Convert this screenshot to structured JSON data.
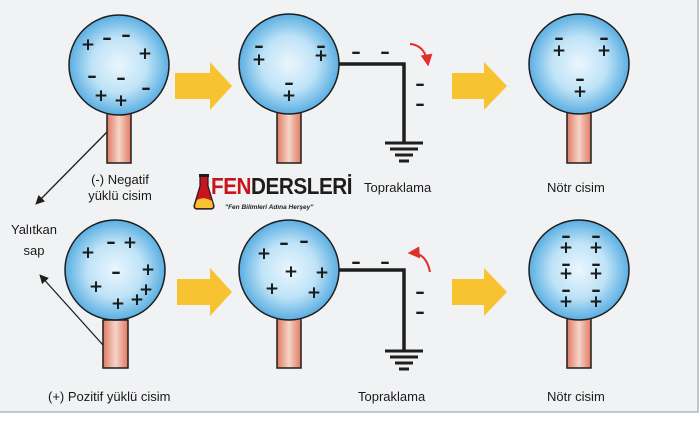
{
  "labels": {
    "negative_body": "(-) Negatif\nyüklü cisim",
    "insulating_handle": "Yalıtkan\nsap",
    "positive_body": "(+) Pozitif yüklü cisim",
    "grounding_top": "Topraklama",
    "grounding_bottom": "Topraklama",
    "neutral_top": "Nötr cisim",
    "neutral_bottom": "Nötr cisim"
  },
  "logo": {
    "name_red": "FEN",
    "name_black": "DERSLERİ",
    "slogan": "\"Fen Bilimleri Adına Herşey\""
  },
  "colors": {
    "sphere_light": "#eaf6fd",
    "sphere_dark": "#5aaee2",
    "handle_light": "#f6d4c8",
    "handle_dark": "#e07a62",
    "arrow": "#f7c330",
    "wire": "#1e1e1e",
    "curve_arrow": "#e0302a"
  },
  "charges": {
    "row1_sphere1": [
      "+",
      "-",
      "-",
      "+",
      "-",
      "-",
      "+",
      "-",
      "+"
    ],
    "row1_sphere2": [
      "-",
      "+",
      "-",
      "+",
      "-",
      "+"
    ],
    "row1_wire": [
      "-",
      "-"
    ],
    "row1_ground": [
      "-",
      "-"
    ],
    "row1_sphere3": [
      "-",
      "+",
      "-",
      "+",
      "-",
      "+"
    ],
    "row2_sphere1": [
      "+",
      "-",
      "+",
      "+",
      "-",
      "+",
      "+",
      "+",
      "+"
    ],
    "row2_sphere2": [
      "+",
      "-",
      "-",
      "+",
      "+",
      "+",
      "+"
    ],
    "row2_wire": [
      "-",
      "-"
    ],
    "row2_ground": [
      "-",
      "-"
    ],
    "row2_sphere3": [
      "-",
      "-",
      "+",
      "+",
      "-",
      "-",
      "+",
      "+",
      "-",
      "-",
      "+",
      "+"
    ]
  }
}
